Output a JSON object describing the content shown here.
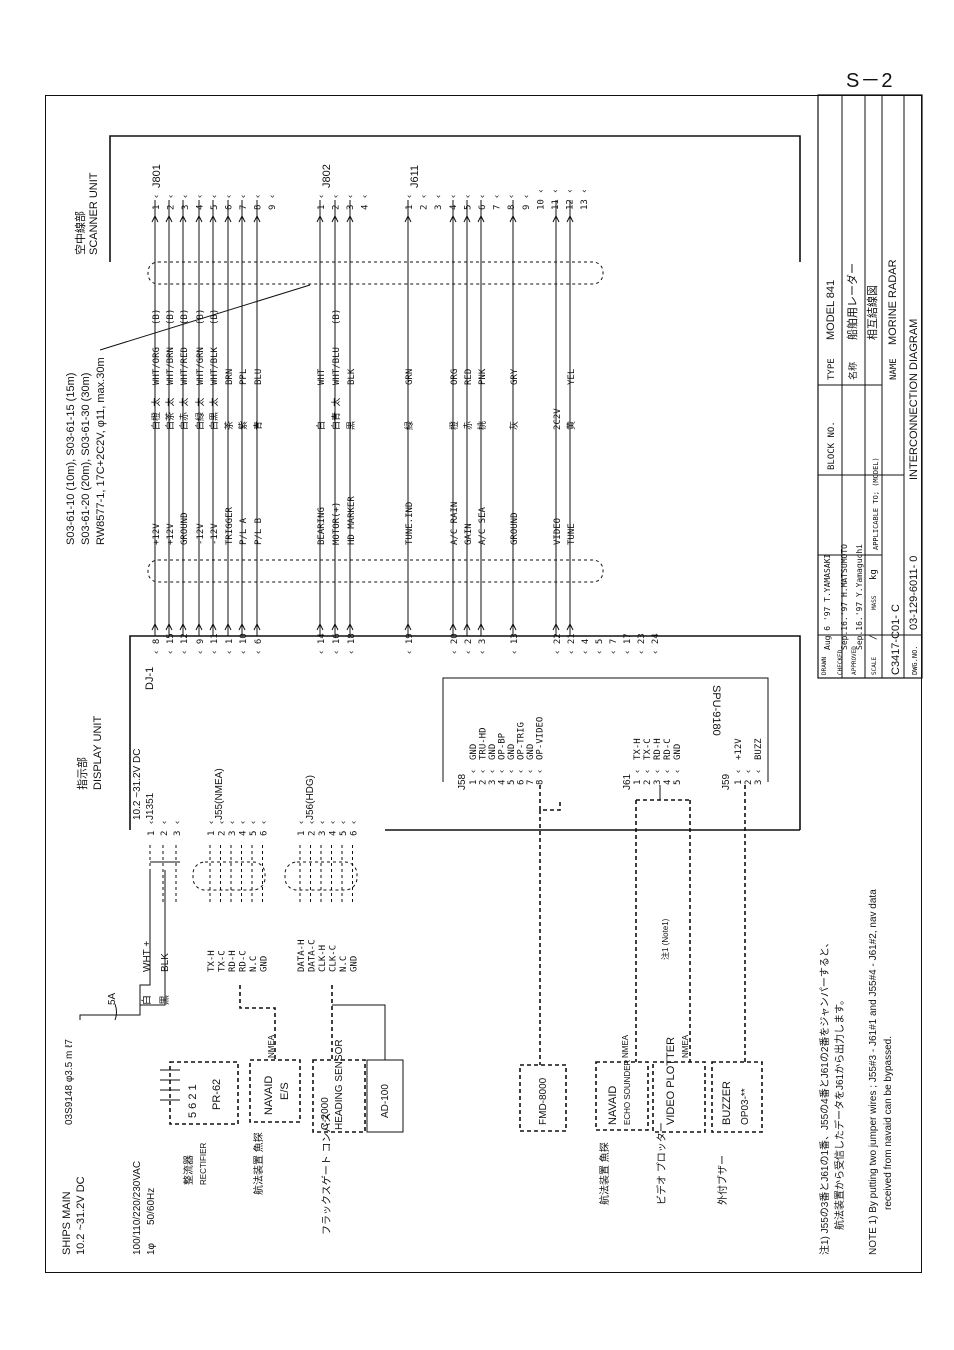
{
  "page": {
    "number": "S－2"
  },
  "title_block": {
    "type_label": "TYPE",
    "type_value": "MODEL 841",
    "name_jp_label": "名称",
    "name_jp_value": "船舶用レーダー",
    "sub_jp": "相互結線図",
    "name_label": "NAME",
    "name_value": "MORINE RADAR",
    "name_sub": "INTERCONNECTION DIAGRAM",
    "block_no_label": "BLOCK NO.",
    "applicable_label": "APPLICABLE TO; (MODEL)",
    "dwg_no_label": "DWG.NO.",
    "dwg_no": "C3417-C01- C",
    "applicable_no": "03-129-6011- 0",
    "drawn_label": "DRAWN",
    "drawn_value": "Aug 6 '97 T.YAMASAKI",
    "checked_label": "CHECKED",
    "checked_value": "Sep.16.'97 H.MATSUMOTO",
    "approved_label": "APPROVED",
    "approved_value": "Sep.16.'97 Y.Yamaguchi",
    "scale_label": "SCALE",
    "scale_value": "/",
    "mass_label": "MASS",
    "mass_unit": "kg"
  },
  "scanner": {
    "jp": "空中線部",
    "en": "SCANNER UNIT",
    "connectors": [
      "J801",
      "J802",
      "J611"
    ],
    "j801_pins": [
      "1",
      "2",
      "3",
      "4",
      "5",
      "6",
      "7",
      "8",
      "9"
    ],
    "j802_pins": [
      "1",
      "2",
      "3",
      "4"
    ],
    "j611_pins": [
      "1",
      "2",
      "3",
      "4",
      "5",
      "6",
      "7",
      "8",
      "9",
      "10",
      "11",
      "12",
      "13"
    ]
  },
  "cable": {
    "line1": "S03-61-10 (10m), S03-61-15 (15m)",
    "line2": "S03-61-20 (20m), S03-61-30 (30m)",
    "line3": "RW8577-1, 17C+2C2V, φ11, max.30m"
  },
  "signals": [
    {
      "pin": "8",
      "name": "+12V",
      "jp": "白橙 太",
      "color": "WHT/ORG",
      "b": "(B)"
    },
    {
      "pin": "15",
      "name": "+12V",
      "jp": "白茶 太",
      "color": "WHT/BRN",
      "b": "(B)"
    },
    {
      "pin": "12",
      "name": "GROUND",
      "jp": "白赤 太",
      "color": "WHT/RED",
      "b": "(B)"
    },
    {
      "pin": "9",
      "name": "-12V",
      "jp": "白緑 太",
      "color": "WHT/GRN",
      "b": "(B)"
    },
    {
      "pin": "11",
      "name": "-12V",
      "jp": "白黒 太",
      "color": "WHT/BLK",
      "b": "(B)"
    },
    {
      "pin": "1",
      "name": "TRIGGER",
      "jp": "茶",
      "color": "BRN",
      "b": ""
    },
    {
      "pin": "10",
      "name": "P/L A",
      "jp": "紫",
      "color": "PPL",
      "b": ""
    },
    {
      "pin": "6",
      "name": "P/L B",
      "jp": "青",
      "color": "BLU",
      "b": ""
    },
    {
      "pin": "14",
      "name": "BEARING",
      "jp": "白",
      "color": "WHT",
      "b": ""
    },
    {
      "pin": "16",
      "name": "MOTOR(+)",
      "jp": "白青 太",
      "color": "WHT/BLU",
      "b": "(B)"
    },
    {
      "pin": "18",
      "name": "HD MARKER",
      "jp": "黒",
      "color": "BLK",
      "b": ""
    },
    {
      "pin": "19",
      "name": "TUNE.IND",
      "jp": "緑",
      "color": "GRN",
      "b": ""
    },
    {
      "pin": "20",
      "name": "A/C RAIN",
      "jp": "橙",
      "color": "ORG",
      "b": ""
    },
    {
      "pin": "2",
      "name": "GAIN",
      "jp": "赤",
      "color": "RED",
      "b": ""
    },
    {
      "pin": "3",
      "name": "A/C SEA",
      "jp": "桃",
      "color": "PNK",
      "b": ""
    },
    {
      "pin": "13",
      "name": "GROUND",
      "jp": "灰",
      "color": "GRY",
      "b": ""
    },
    {
      "pin": "22",
      "name": "VIDEO",
      "jp": "2C2V",
      "color": "",
      "b": ""
    },
    {
      "pin": "21",
      "name": "TUNE",
      "jp": "黄",
      "color": "YEL",
      "b": ""
    },
    {
      "pin": "4",
      "name": "",
      "jp": "",
      "color": "",
      "b": ""
    },
    {
      "pin": "5",
      "name": "",
      "jp": "",
      "color": "",
      "b": ""
    },
    {
      "pin": "7",
      "name": "",
      "jp": "",
      "color": "",
      "b": ""
    },
    {
      "pin": "17",
      "name": "",
      "jp": "",
      "color": "",
      "b": ""
    },
    {
      "pin": "23",
      "name": "",
      "jp": "",
      "color": "",
      "b": ""
    },
    {
      "pin": "24",
      "name": "",
      "jp": "",
      "color": "",
      "b": ""
    }
  ],
  "display": {
    "jp": "指示部",
    "en": "DISPLAY UNIT",
    "dj1": "DJ-1",
    "power_range": "10.2 ~31.2V DC",
    "j1351": "J1351",
    "j55": "J55(NMEA)",
    "j56": "J56(HDG)",
    "j58": "J58",
    "j61": "J61",
    "j59": "J59",
    "spu": "SPU-9180",
    "j58_pins": [
      "GND",
      "TRU-HD",
      "GND",
      "OP-BP",
      "GND",
      "OP-TRIG",
      "GND",
      "OP-VIDEO"
    ],
    "j61_pins": [
      "TX-H",
      "TX-C",
      "RD-H",
      "RD-C",
      "GND"
    ],
    "j59_pins": [
      "+12V",
      "",
      "BUZZ"
    ],
    "j55_signals": [
      "TX-H",
      "TX-C",
      "RD-H",
      "RD-C",
      "N.C",
      "GND"
    ],
    "j56_signals": [
      "DATA-H",
      "DATA-C",
      "CLK-H",
      "CLK-C",
      "N.C",
      "GND"
    ]
  },
  "ships_main": {
    "title": "SHIPS MAIN",
    "range": "10.2 ~31.2V DC",
    "ac": "100/110/220/230VAC",
    "phase": "1φ",
    "freq": "50/60Hz",
    "cable": "03S9148 φ3.5 m ℓ7",
    "fuse": "5A",
    "wht": "WHT +",
    "blk": "BLK",
    "wht_jp": "白",
    "blk_jp": "黒"
  },
  "devices": [
    {
      "id": "rectifier",
      "label": "PR-62",
      "sub": "5 6 2 1",
      "jp": "整流器",
      "en": "RECTIFIER"
    },
    {
      "id": "navaid-es",
      "label": "NAVAID",
      "sub": "E/S",
      "jp": "航法装置 魚探",
      "tag": "NMEA"
    },
    {
      "id": "heading",
      "label": "HEADING SENSOR",
      "sub": "C-2000",
      "jp": "フラックスゲート コンパス"
    },
    {
      "id": "ad100",
      "label": "AD-100"
    },
    {
      "id": "fmd",
      "label": "FMD-8000"
    },
    {
      "id": "navaid2",
      "label": "NAVAID",
      "sub": "ECHO SOUNDER",
      "jp": "航法装置 魚探",
      "tag": "NMEA"
    },
    {
      "id": "video-plotter",
      "label": "VIDEO PLOTTER",
      "jp": "ビデオ プロッター",
      "tag": "NMEA"
    },
    {
      "id": "buzzer",
      "label": "BUZZER",
      "sub": "OP03-**",
      "jp": "外付ブザー"
    }
  ],
  "notes": {
    "note_jp1": "注1) J55の3番とJ61の1番、J55の4番とJ61の2番をジャンパーすると、",
    "note_jp2": "航法装置から受信したデータをJ61から出力します。",
    "note_en1": "NOTE 1) By putting two jumper wires ; J55#3 - J61#1 and J55#4 - J61#2, nav data",
    "note_en2": "received from navaid can be bypassed.",
    "note1_tag": "注1 (Note1)"
  }
}
